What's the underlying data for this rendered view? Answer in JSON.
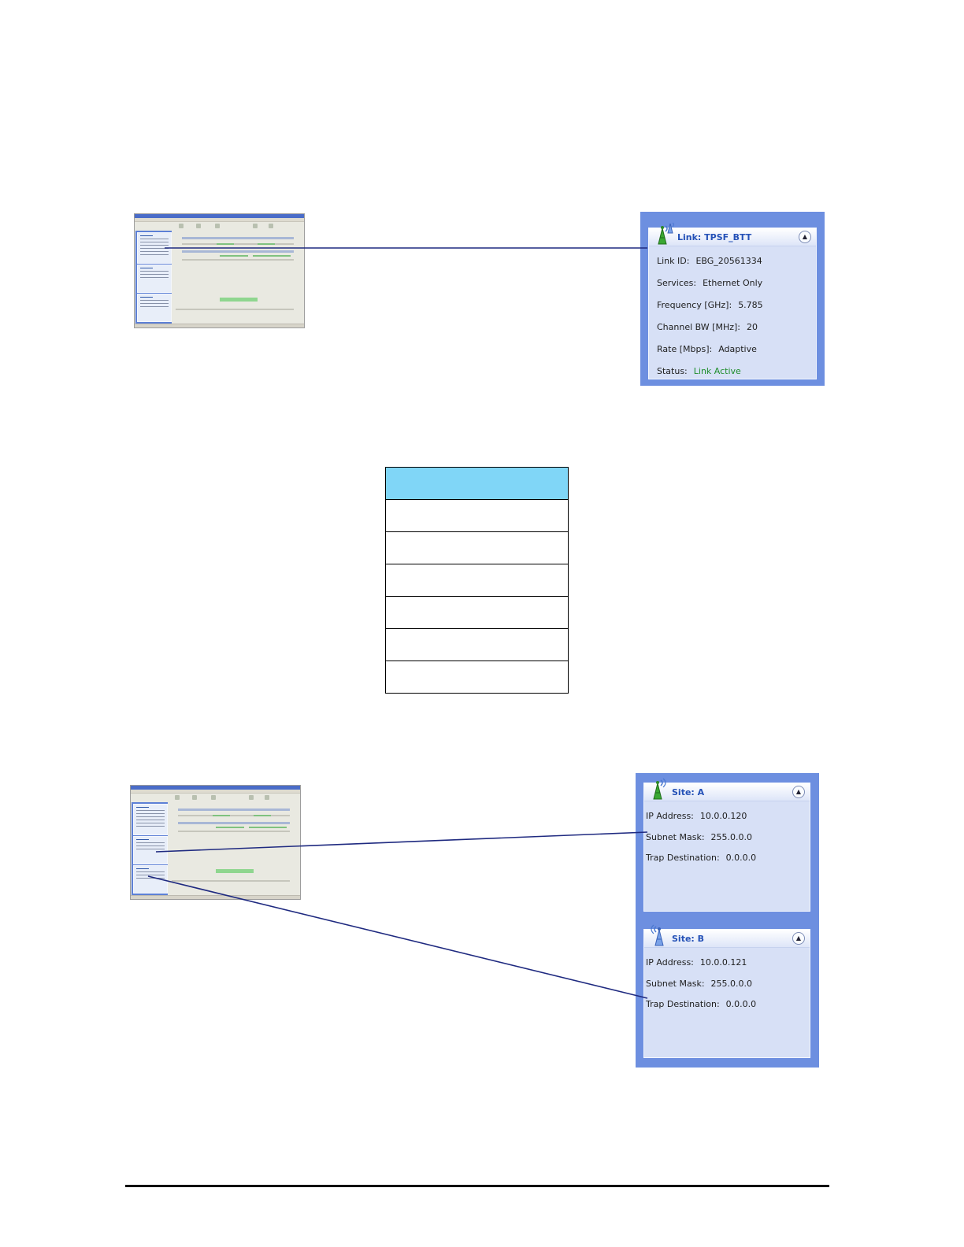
{
  "link_panel": {
    "title": "Link: TPSF_BTT",
    "collapse_icon": "chevron-double-up-icon",
    "antenna_icon": "antenna-icon",
    "rows": [
      {
        "label": "Link ID:",
        "value": "EBG_20561334"
      },
      {
        "label": "Services:",
        "value": "Ethernet Only"
      },
      {
        "label": "Frequency [GHz]:",
        "value": "5.785"
      },
      {
        "label": "Channel BW [MHz]:",
        "value": "20"
      },
      {
        "label": "Rate [Mbps]:",
        "value": "Adaptive"
      }
    ],
    "status": {
      "label": "Status:",
      "value": "Link Active",
      "color": "#1e8d2a"
    }
  },
  "site_a": {
    "title": "Site: A",
    "rows": [
      {
        "label": "IP Address:",
        "value": "10.0.0.120"
      },
      {
        "label": "Subnet Mask:",
        "value": "255.0.0.0"
      },
      {
        "label": "Trap Destination:",
        "value": "0.0.0.0"
      }
    ]
  },
  "site_b": {
    "title": "Site: B",
    "rows": [
      {
        "label": "IP Address:",
        "value": "10.0.0.121"
      },
      {
        "label": "Subnet Mask:",
        "value": "255.0.0.0"
      },
      {
        "label": "Trap Destination:",
        "value": "0.0.0.0"
      }
    ]
  },
  "table": {
    "header_color": "#80d6f7",
    "rows": [
      "",
      "",
      "",
      "",
      "",
      ""
    ]
  },
  "colors": {
    "panel_blue": "#6d8fe0",
    "connector": "#1f2a80",
    "title_blue": "#2451b7"
  }
}
